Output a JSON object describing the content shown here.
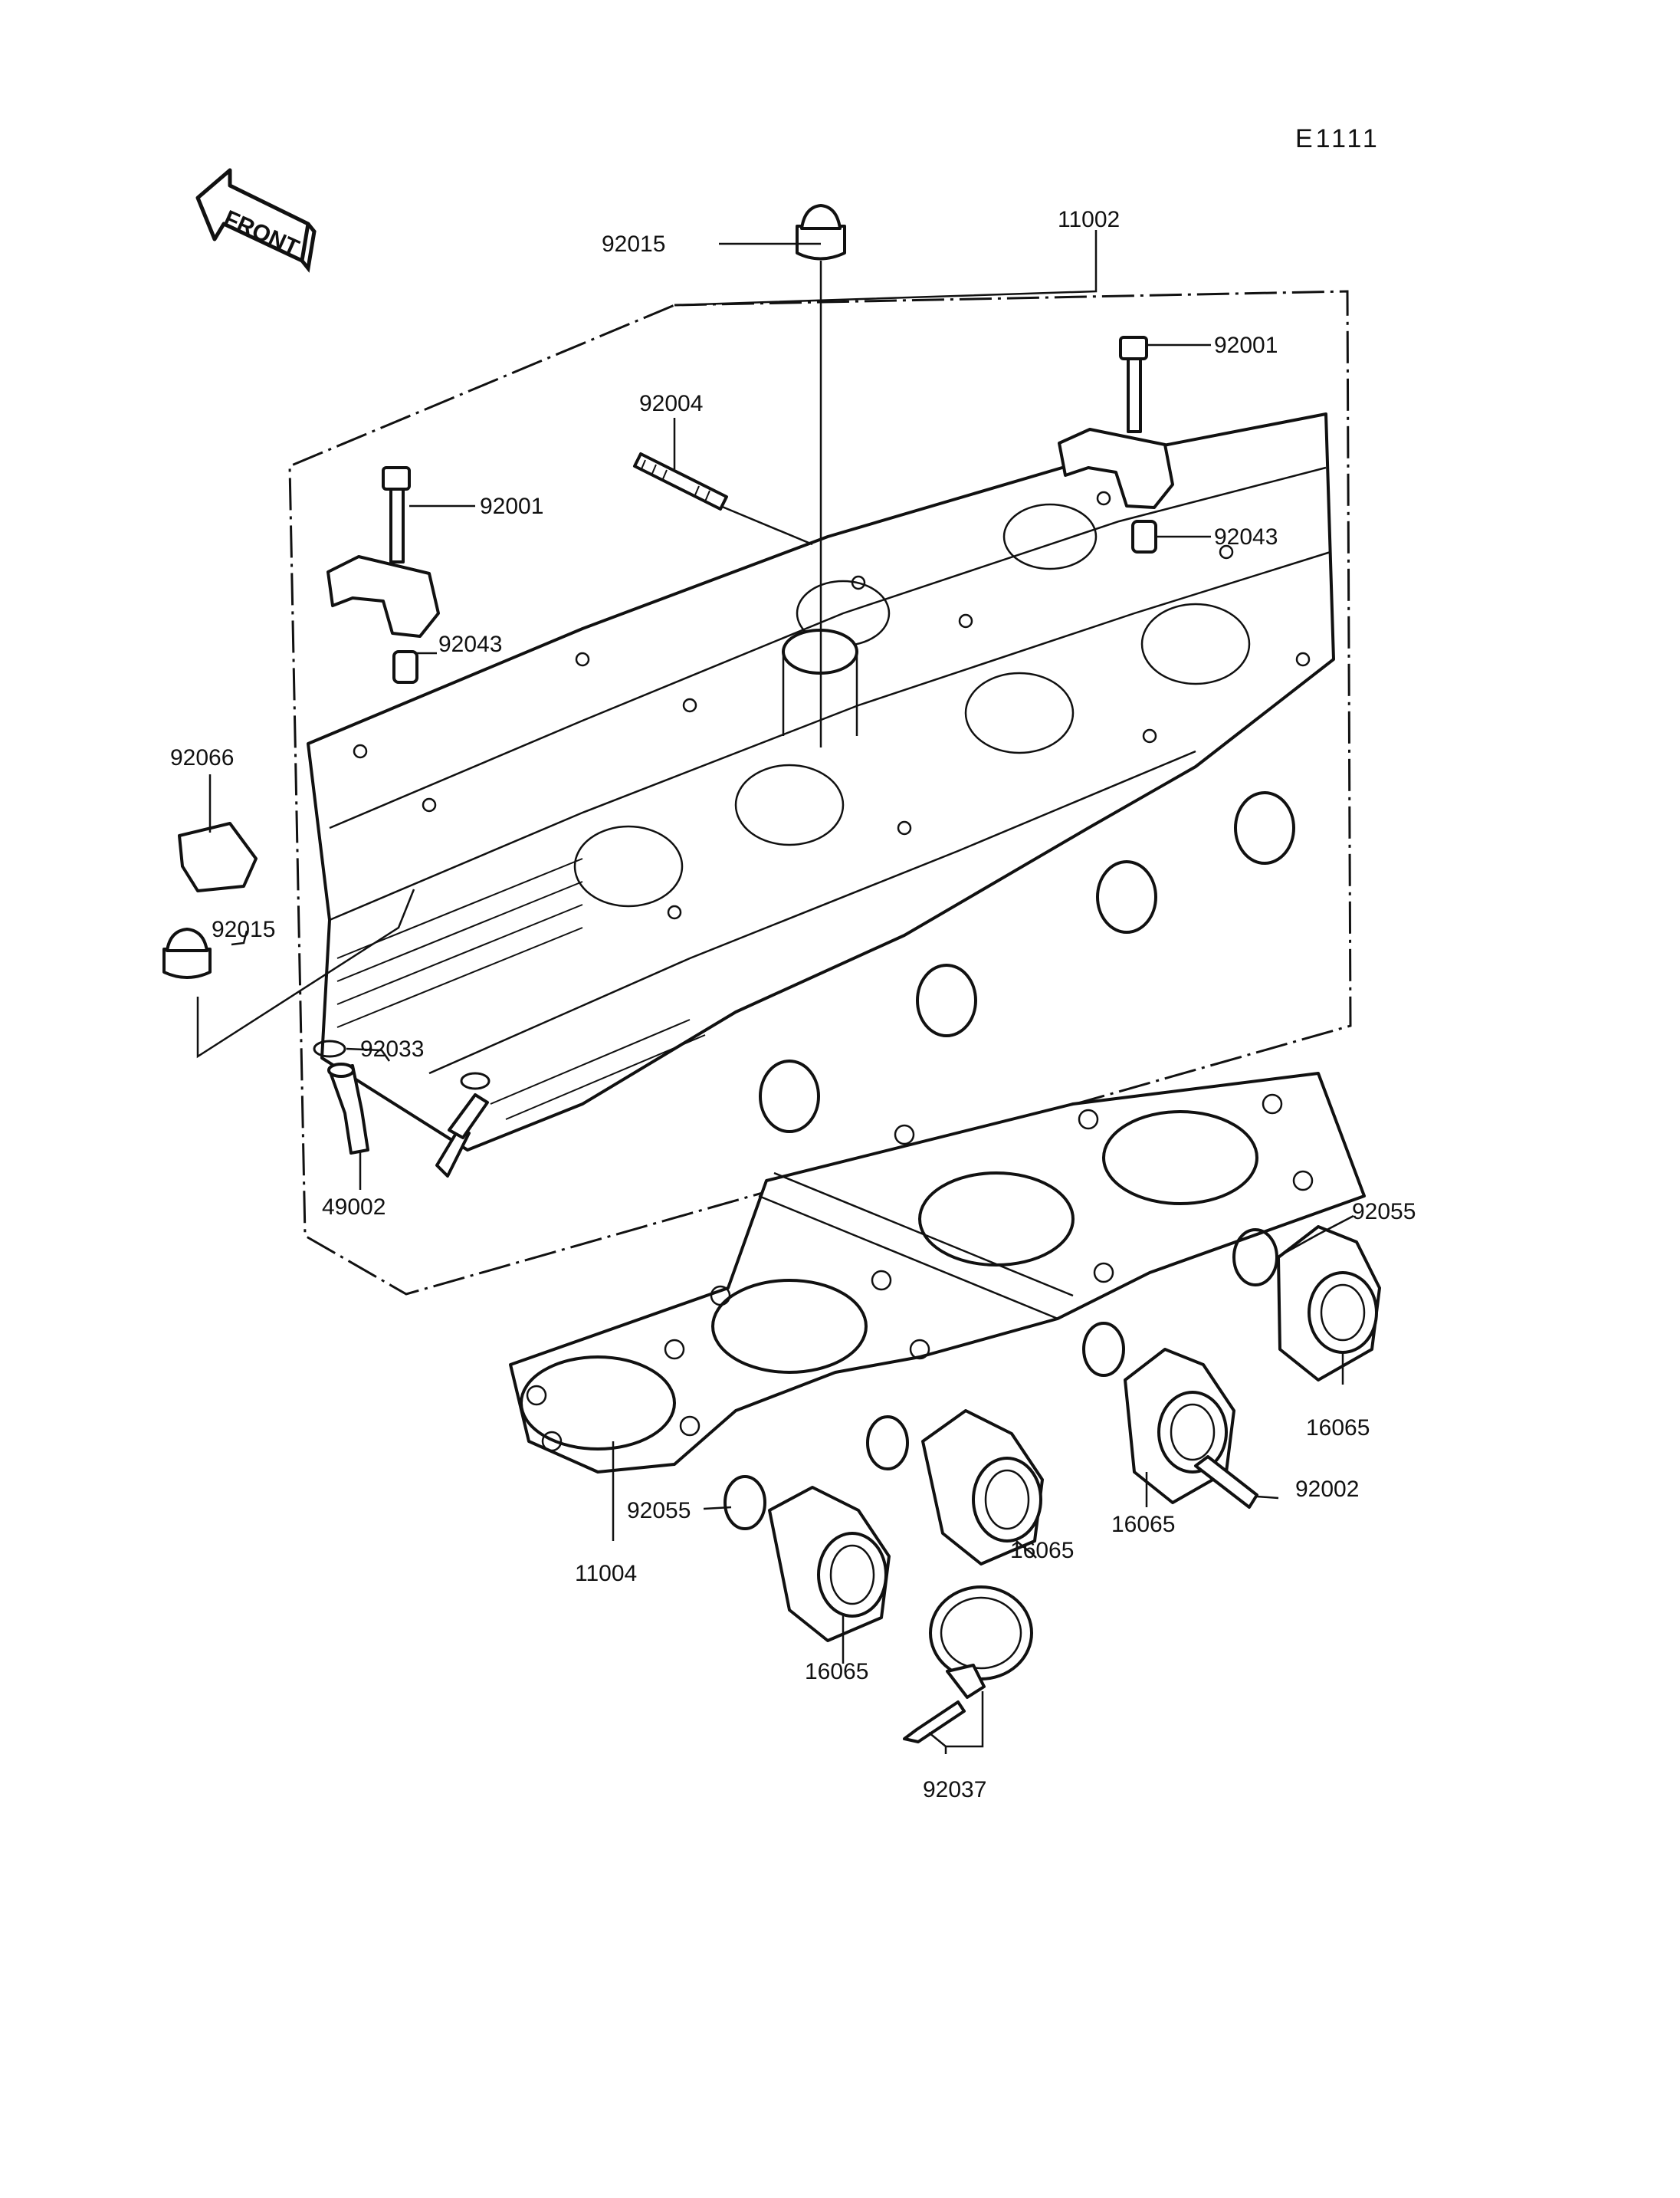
{
  "diagram_code": "E1111",
  "front_arrow_text": "FRONT",
  "callouts": {
    "p11002": "11002",
    "p92015_top": "92015",
    "p92001_right": "92001",
    "p92004": "92004",
    "p92001_left": "92001",
    "p92043_right": "92043",
    "p92043_left": "92043",
    "p92066": "92066",
    "p92015_left": "92015",
    "p92033": "92033",
    "p49002": "49002",
    "p92055_right": "92055",
    "p16065_right": "16065",
    "p92002": "92002",
    "p16065_mid": "16065",
    "p16065_center": "16065",
    "p92055_left": "92055",
    "p11004": "11004",
    "p16065_left": "16065",
    "p92037": "92037"
  }
}
